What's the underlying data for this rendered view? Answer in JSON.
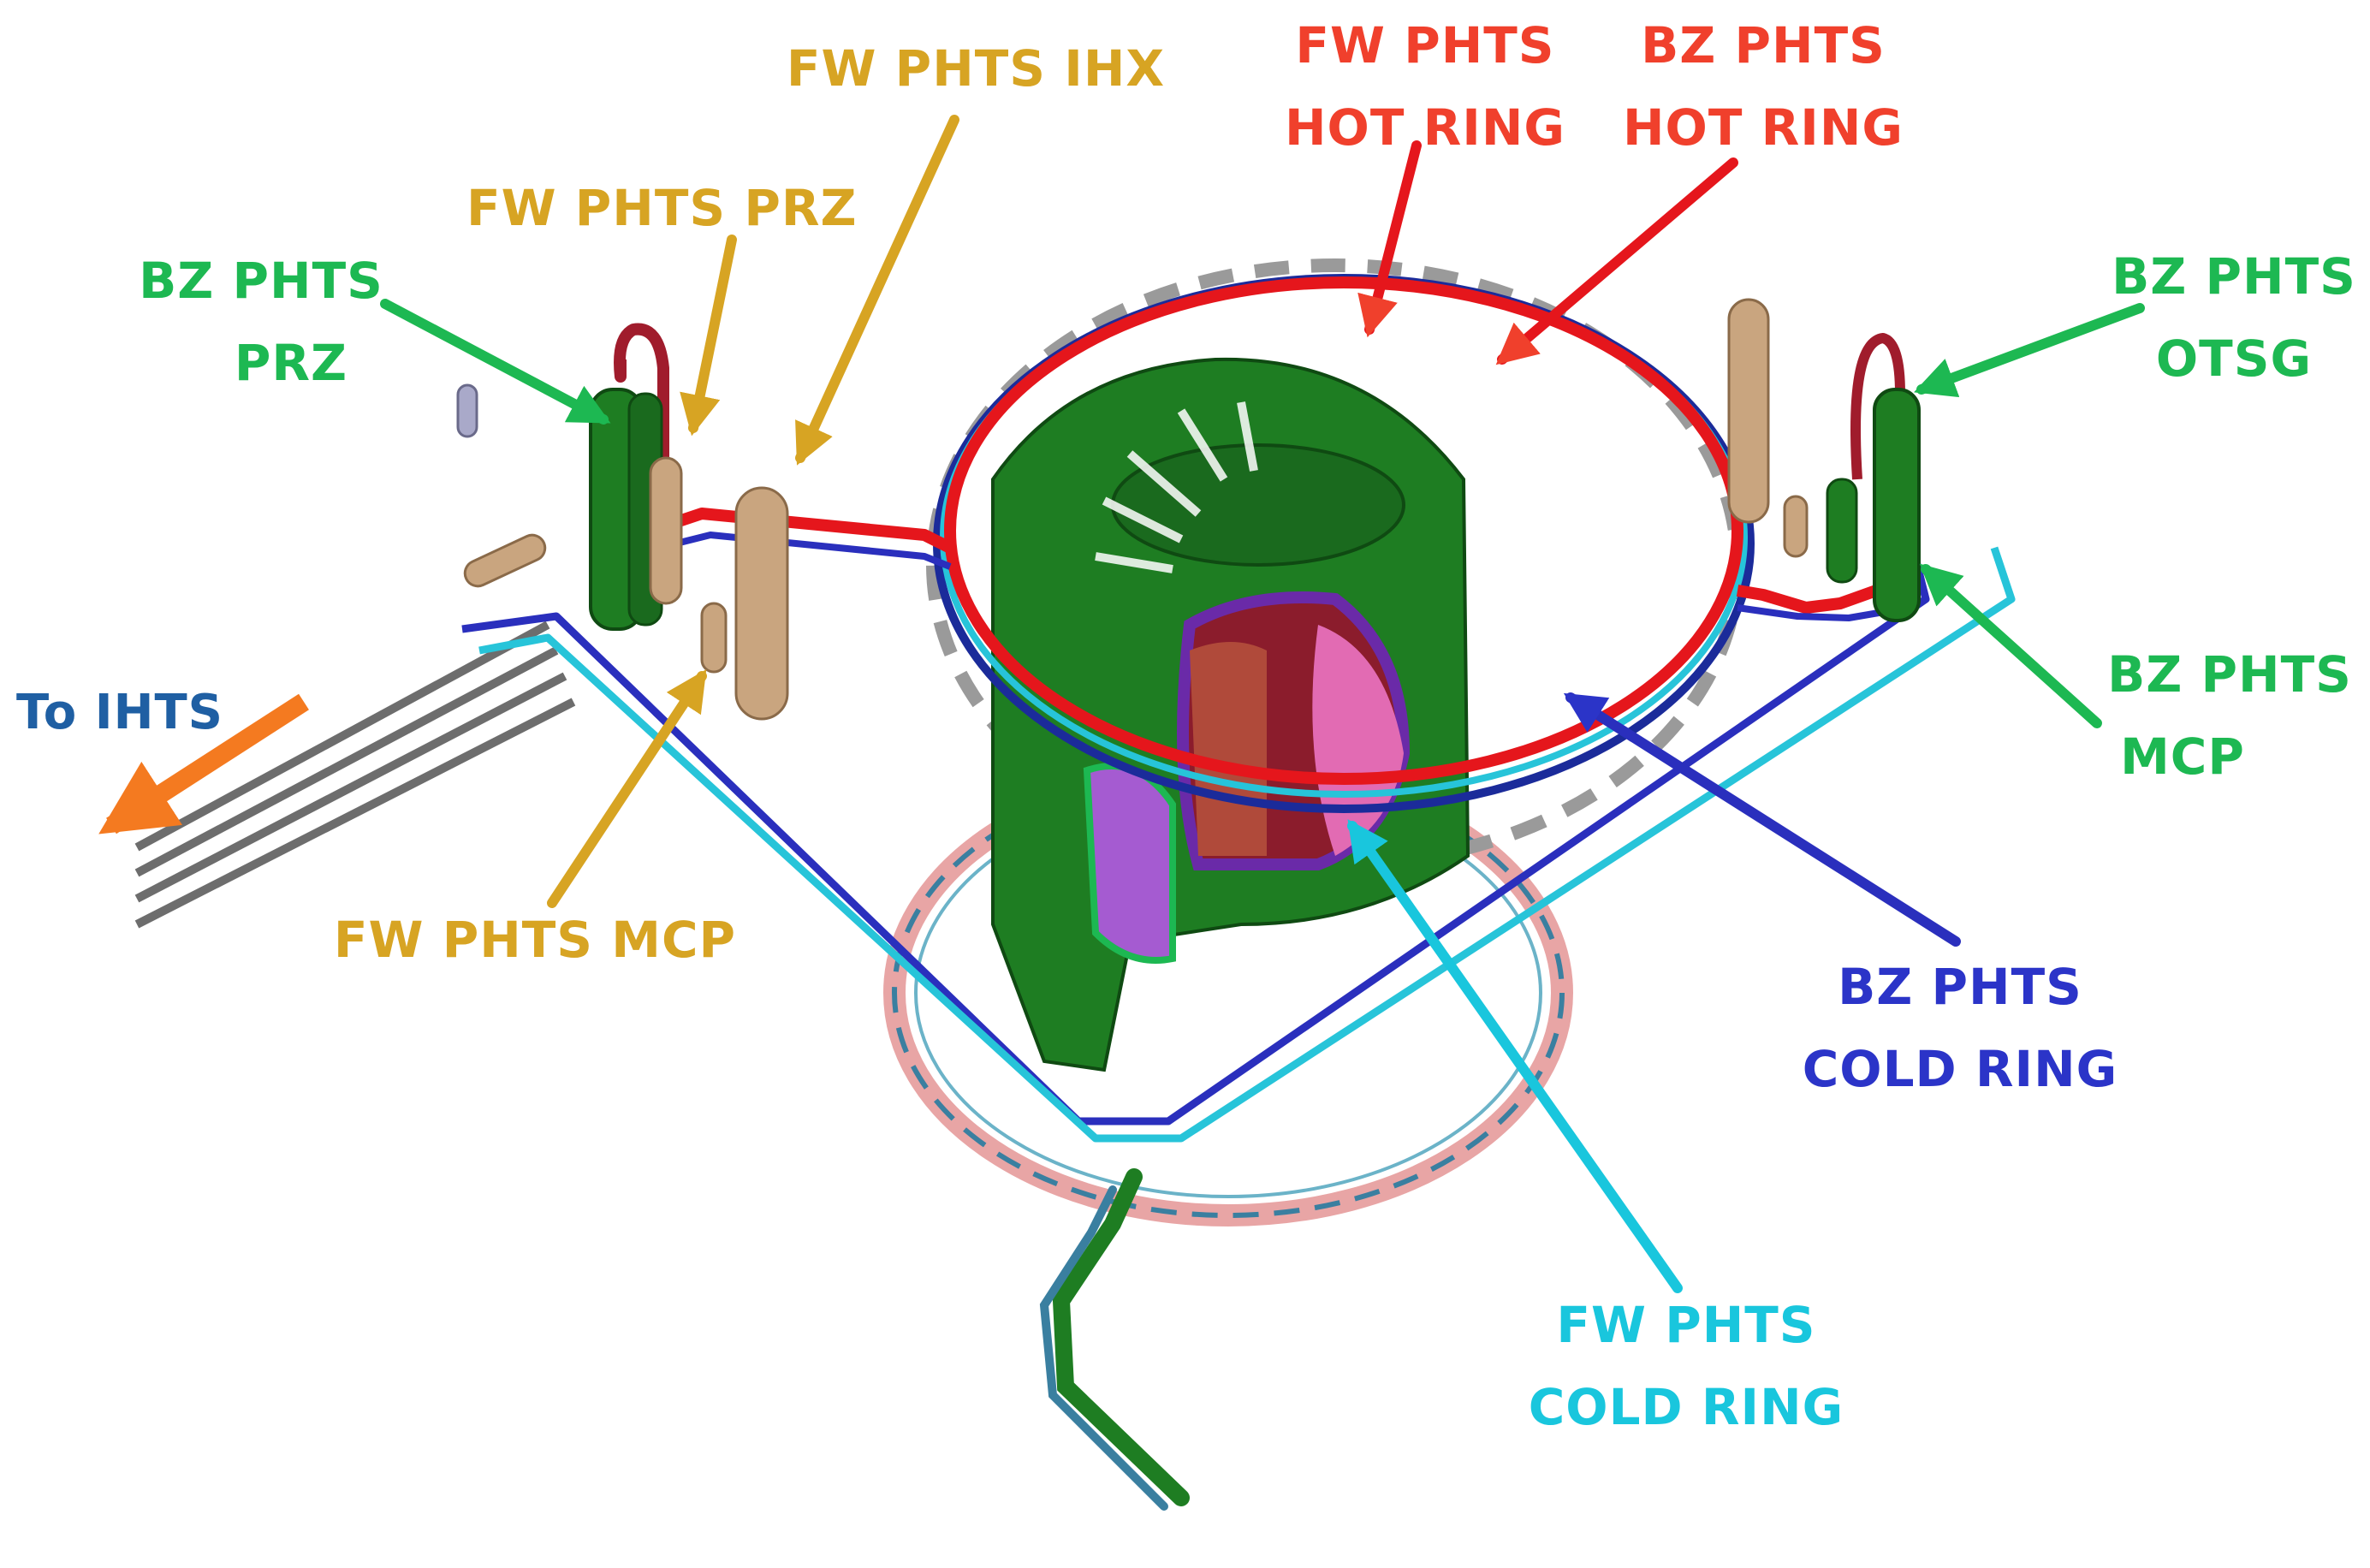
{
  "colors": {
    "fw_label": "#d7a423",
    "bz_label": "#1db852",
    "hot_label": "#f0402c",
    "bz_cold_label": "#2b34c8",
    "fw_cold_label": "#19c6dd",
    "ihts_label": "#1f5fa3",
    "hot_pipe": "#e5161c",
    "dark_red_pipe": "#a01c2c",
    "blue_pipe": "#2a2fbd",
    "cyan_pipe": "#27c4d9",
    "green_component": "#1e7d22",
    "tan_component": "#c9a57f",
    "orange_arrow": "#f47a20",
    "gray_pipe": "#6d6d6d"
  },
  "labels": {
    "fw_phts_ihx": "FW PHTS IHX",
    "fw_phts_prz": "FW PHTS PRZ",
    "fw_phts_hot_ring": [
      "FW PHTS",
      "HOT RING"
    ],
    "bz_phts_hot_ring": [
      "BZ PHTS",
      "HOT RING"
    ],
    "bz_phts_prz": [
      "BZ PHTS",
      "PRZ"
    ],
    "bz_phts_otsg": [
      "BZ PHTS",
      "OTSG"
    ],
    "bz_phts_mcp": [
      "BZ PHTS",
      "MCP"
    ],
    "to_ihts": "To IHTS",
    "fw_phts_mcp": "FW PHTS MCP",
    "bz_phts_cold_ring": [
      "BZ PHTS",
      "COLD RING"
    ],
    "fw_phts_cold_ring": [
      "FW PHTS",
      "COLD RING"
    ]
  }
}
